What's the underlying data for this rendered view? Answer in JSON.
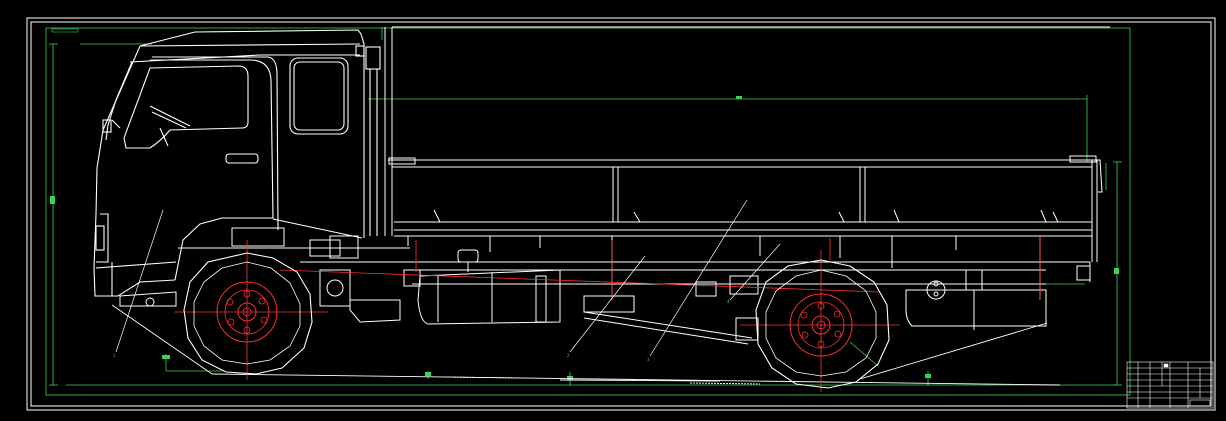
{
  "drawing": {
    "background": "#000000",
    "line_color": "#ffffff",
    "dimension_color": "#39d353",
    "centerline_color": "#ff3030",
    "leader_labels": [
      "1",
      "2",
      "3",
      "4"
    ],
    "dimension_labels": {
      "overall_length": "",
      "overall_height": "",
      "cargo_height": "",
      "wheelbase": "",
      "front_overhang": "",
      "rear_overhang": "",
      "front_ground_clearance": "",
      "rear_ground_clearance": ""
    }
  }
}
